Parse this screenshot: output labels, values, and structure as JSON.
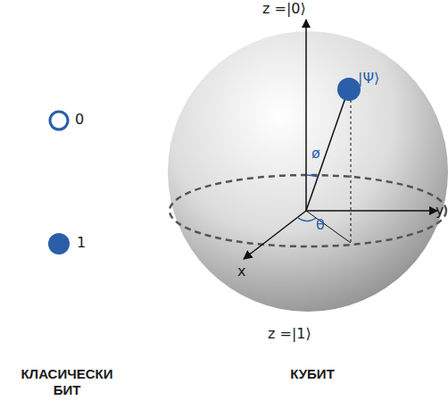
{
  "diagram": {
    "labels": [
      "0",
      "1",
      "z =|0⟩",
      "|Ψ⟩",
      "ø",
      "θ",
      "y",
      "x",
      "z =|1⟩",
      "КЛАСИЧЕСКИ БИТ",
      "КУБИТ"
    ]
  }
}
